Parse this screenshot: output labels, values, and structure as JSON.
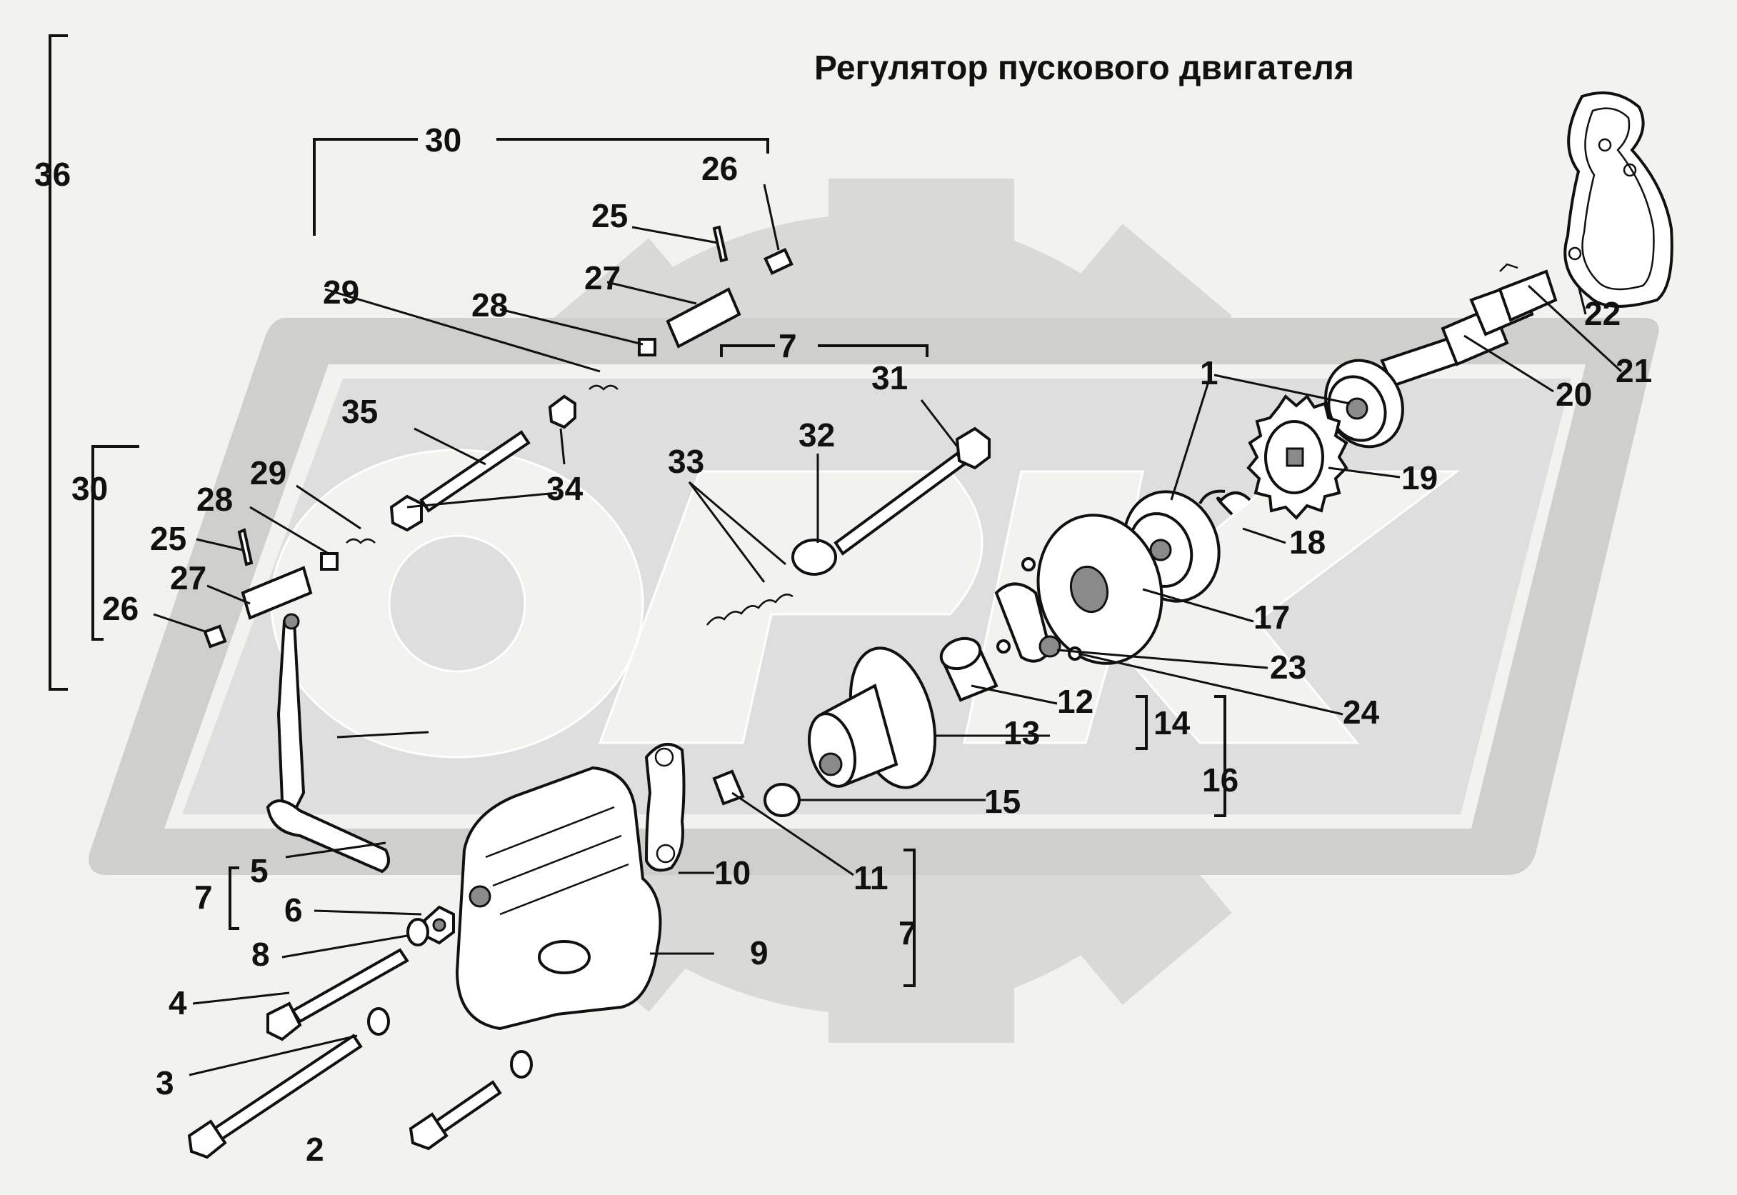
{
  "title": "Регулятор пускового двигателя",
  "watermark": {
    "letters": "ОРК",
    "gear_color": "#d9d9d6",
    "band_color": "#cfcfcc",
    "letter_color": "#ececea"
  },
  "labels": {
    "l1": "1",
    "l2": "2",
    "l3": "3",
    "l4": "4",
    "l5": "5",
    "l6": "6",
    "l7a": "7",
    "l7b": "7",
    "l7c": "7",
    "l8": "8",
    "l9": "9",
    "l10": "10",
    "l11": "11",
    "l12": "12",
    "l13": "13",
    "l14": "14",
    "l15": "15",
    "l16": "16",
    "l17": "17",
    "l18": "18",
    "l19": "19",
    "l20": "20",
    "l21": "21",
    "l22": "22",
    "l23": "23",
    "l24": "24",
    "l25a": "25",
    "l25b": "25",
    "l26a": "26",
    "l26b": "26",
    "l27a": "27",
    "l27b": "27",
    "l28a": "28",
    "l28b": "28",
    "l29a": "29",
    "l29b": "29",
    "l30a": "30",
    "l30b": "30",
    "l31": "31",
    "l32": "32",
    "l33": "33",
    "l34": "34",
    "l35": "35",
    "l36": "36"
  }
}
